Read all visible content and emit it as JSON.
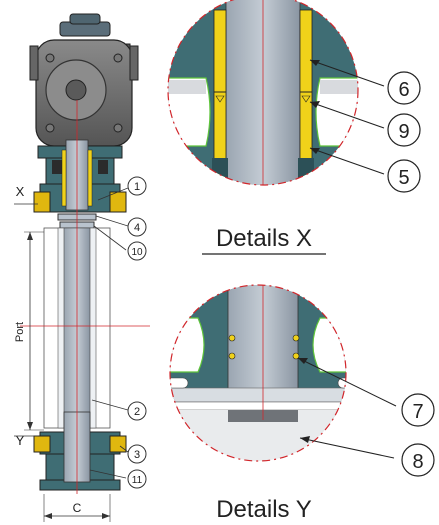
{
  "colors": {
    "body": "#3f6d74",
    "body_dark": "#2c5057",
    "shaft": "#8d98a6",
    "shaft_light": "#b9c3cd",
    "seal": "#f0d21a",
    "seal_dark": "#c9a910",
    "green_edge": "#5ec43a",
    "centerline": "#d1262b",
    "actuator": "#6e6e6e",
    "actuator_dark": "#3d3d3d"
  },
  "labels": {
    "x_marker": "X",
    "y_marker": "Y",
    "port": "Port",
    "c_dim": "C"
  },
  "callouts_main": [
    "1",
    "4",
    "10",
    "2",
    "3",
    "11"
  ],
  "detail_x": {
    "title": "Details X",
    "callouts": [
      "6",
      "9",
      "5"
    ]
  },
  "detail_y": {
    "title": "Details Y",
    "callouts": [
      "7",
      "8"
    ]
  }
}
